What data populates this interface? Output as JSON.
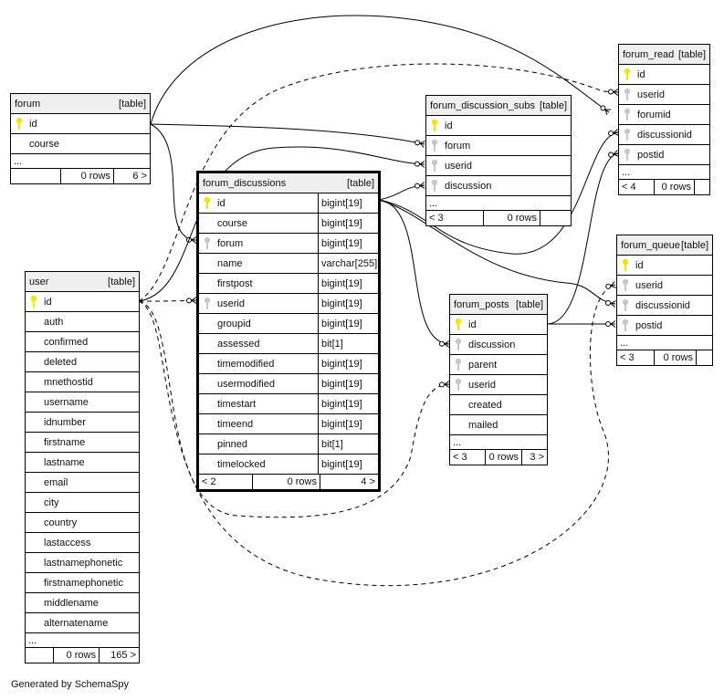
{
  "footer": {
    "generated_by": "Generated by SchemaSpy"
  },
  "colors": {
    "primary_key": "#f3e600",
    "foreign_key": "#c8c8c8",
    "header_bg": "#efefef"
  },
  "tables": {
    "forum": {
      "name": "forum",
      "kind": "[table]",
      "columns": [
        {
          "name": "id",
          "key": "primary"
        },
        {
          "name": "course",
          "key": ""
        }
      ],
      "more": "...",
      "footer": {
        "prev": "",
        "rows": "0 rows",
        "next": "6 >"
      }
    },
    "forum_discussions": {
      "name": "forum_discussions",
      "kind": "[table]",
      "columns": [
        {
          "name": "id",
          "type": "bigint[19]",
          "key": "primary"
        },
        {
          "name": "course",
          "type": "bigint[19]",
          "key": ""
        },
        {
          "name": "forum",
          "type": "bigint[19]",
          "key": "foreign"
        },
        {
          "name": "name",
          "type": "varchar[255]",
          "key": ""
        },
        {
          "name": "firstpost",
          "type": "bigint[19]",
          "key": ""
        },
        {
          "name": "userid",
          "type": "bigint[19]",
          "key": "foreign"
        },
        {
          "name": "groupid",
          "type": "bigint[19]",
          "key": ""
        },
        {
          "name": "assessed",
          "type": "bit[1]",
          "key": ""
        },
        {
          "name": "timemodified",
          "type": "bigint[19]",
          "key": ""
        },
        {
          "name": "usermodified",
          "type": "bigint[19]",
          "key": ""
        },
        {
          "name": "timestart",
          "type": "bigint[19]",
          "key": ""
        },
        {
          "name": "timeend",
          "type": "bigint[19]",
          "key": ""
        },
        {
          "name": "pinned",
          "type": "bit[1]",
          "key": ""
        },
        {
          "name": "timelocked",
          "type": "bigint[19]",
          "key": ""
        }
      ],
      "footer": {
        "prev": "< 2",
        "rows": "0 rows",
        "next": "4 >"
      }
    },
    "forum_discussion_subs": {
      "name": "forum_discussion_subs",
      "kind": "[table]",
      "columns": [
        {
          "name": "id",
          "key": "primary"
        },
        {
          "name": "forum",
          "key": "foreign"
        },
        {
          "name": "userid",
          "key": "foreign"
        },
        {
          "name": "discussion",
          "key": "foreign"
        }
      ],
      "more": "...",
      "footer": {
        "prev": "< 3",
        "rows": "0 rows",
        "next": ""
      }
    },
    "forum_read": {
      "name": "forum_read",
      "kind": "[table]",
      "columns": [
        {
          "name": "id",
          "key": "primary"
        },
        {
          "name": "userid",
          "key": "foreign"
        },
        {
          "name": "forumid",
          "key": "foreign"
        },
        {
          "name": "discussionid",
          "key": "foreign"
        },
        {
          "name": "postid",
          "key": "foreign"
        }
      ],
      "more": "...",
      "footer": {
        "prev": "< 4",
        "rows": "0 rows",
        "next": ""
      }
    },
    "forum_queue": {
      "name": "forum_queue",
      "kind": "[table]",
      "columns": [
        {
          "name": "id",
          "key": "primary"
        },
        {
          "name": "userid",
          "key": "foreign"
        },
        {
          "name": "discussionid",
          "key": "foreign"
        },
        {
          "name": "postid",
          "key": "foreign"
        }
      ],
      "more": "...",
      "footer": {
        "prev": "< 3",
        "rows": "0 rows",
        "next": ""
      }
    },
    "forum_posts": {
      "name": "forum_posts",
      "kind": "[table]",
      "columns": [
        {
          "name": "id",
          "key": "primary"
        },
        {
          "name": "discussion",
          "key": "foreign"
        },
        {
          "name": "parent",
          "key": "foreign"
        },
        {
          "name": "userid",
          "key": "foreign"
        },
        {
          "name": "created",
          "key": ""
        },
        {
          "name": "mailed",
          "key": ""
        }
      ],
      "more": "...",
      "footer": {
        "prev": "< 3",
        "rows": "0 rows",
        "next": "3 >"
      }
    },
    "user": {
      "name": "user",
      "kind": "[table]",
      "columns": [
        {
          "name": "id",
          "key": "primary"
        },
        {
          "name": "auth",
          "key": ""
        },
        {
          "name": "confirmed",
          "key": ""
        },
        {
          "name": "deleted",
          "key": ""
        },
        {
          "name": "mnethostid",
          "key": ""
        },
        {
          "name": "username",
          "key": ""
        },
        {
          "name": "idnumber",
          "key": ""
        },
        {
          "name": "firstname",
          "key": ""
        },
        {
          "name": "lastname",
          "key": ""
        },
        {
          "name": "email",
          "key": ""
        },
        {
          "name": "city",
          "key": ""
        },
        {
          "name": "country",
          "key": ""
        },
        {
          "name": "lastaccess",
          "key": ""
        },
        {
          "name": "lastnamephonetic",
          "key": ""
        },
        {
          "name": "firstnamephonetic",
          "key": ""
        },
        {
          "name": "middlename",
          "key": ""
        },
        {
          "name": "alternatename",
          "key": ""
        }
      ],
      "more": "...",
      "footer": {
        "prev": "",
        "rows": "0 rows",
        "next": "165 >"
      }
    }
  }
}
